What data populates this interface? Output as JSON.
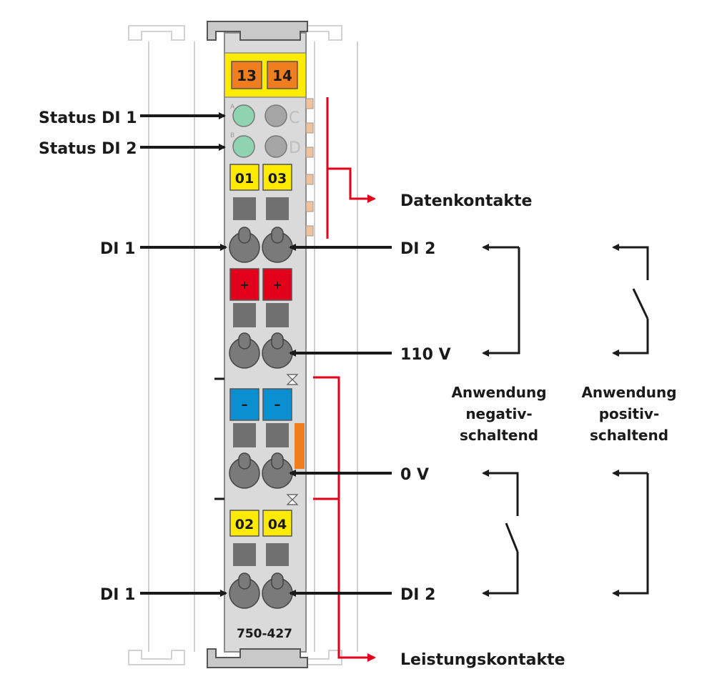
{
  "module": {
    "part_number": "750-427",
    "top_terminals": [
      "13",
      "14"
    ],
    "led_letters": [
      "A",
      "B"
    ],
    "led_side_letters": [
      "C",
      "D"
    ],
    "row1_labels": [
      "01",
      "03"
    ],
    "plus_labels": [
      "+",
      "+"
    ],
    "minus_labels": [
      "–",
      "–"
    ],
    "row4_labels": [
      "02",
      "04"
    ]
  },
  "labels": {
    "status_di1": "Status DI 1",
    "status_di2": "Status DI 2",
    "di1_top": "DI 1",
    "di2_top": "DI 2",
    "v110": "110 V",
    "v0": "0 V",
    "di1_bottom": "DI 1",
    "di2_bottom": "DI 2",
    "data_contacts": "Datenkontakte",
    "power_contacts": "Leistungskontakte"
  },
  "applications": {
    "negative": [
      "Anwendung",
      "negativ-",
      "schaltend"
    ],
    "positive": [
      "Anwendung",
      "positiv-",
      "schaltend"
    ]
  },
  "colors": {
    "housing": "#d8d8d8",
    "housing_edge": "#8c8c8c",
    "terminal_grey": "#6e6e6e",
    "yellow": "#ffeb00",
    "orange": "#f07d1e",
    "red": "#e3001b",
    "blue": "#0a8fd0",
    "led_green": "#8fd3b0",
    "arrow": "#1a1a1a",
    "bracket_red": "#e3001b"
  }
}
